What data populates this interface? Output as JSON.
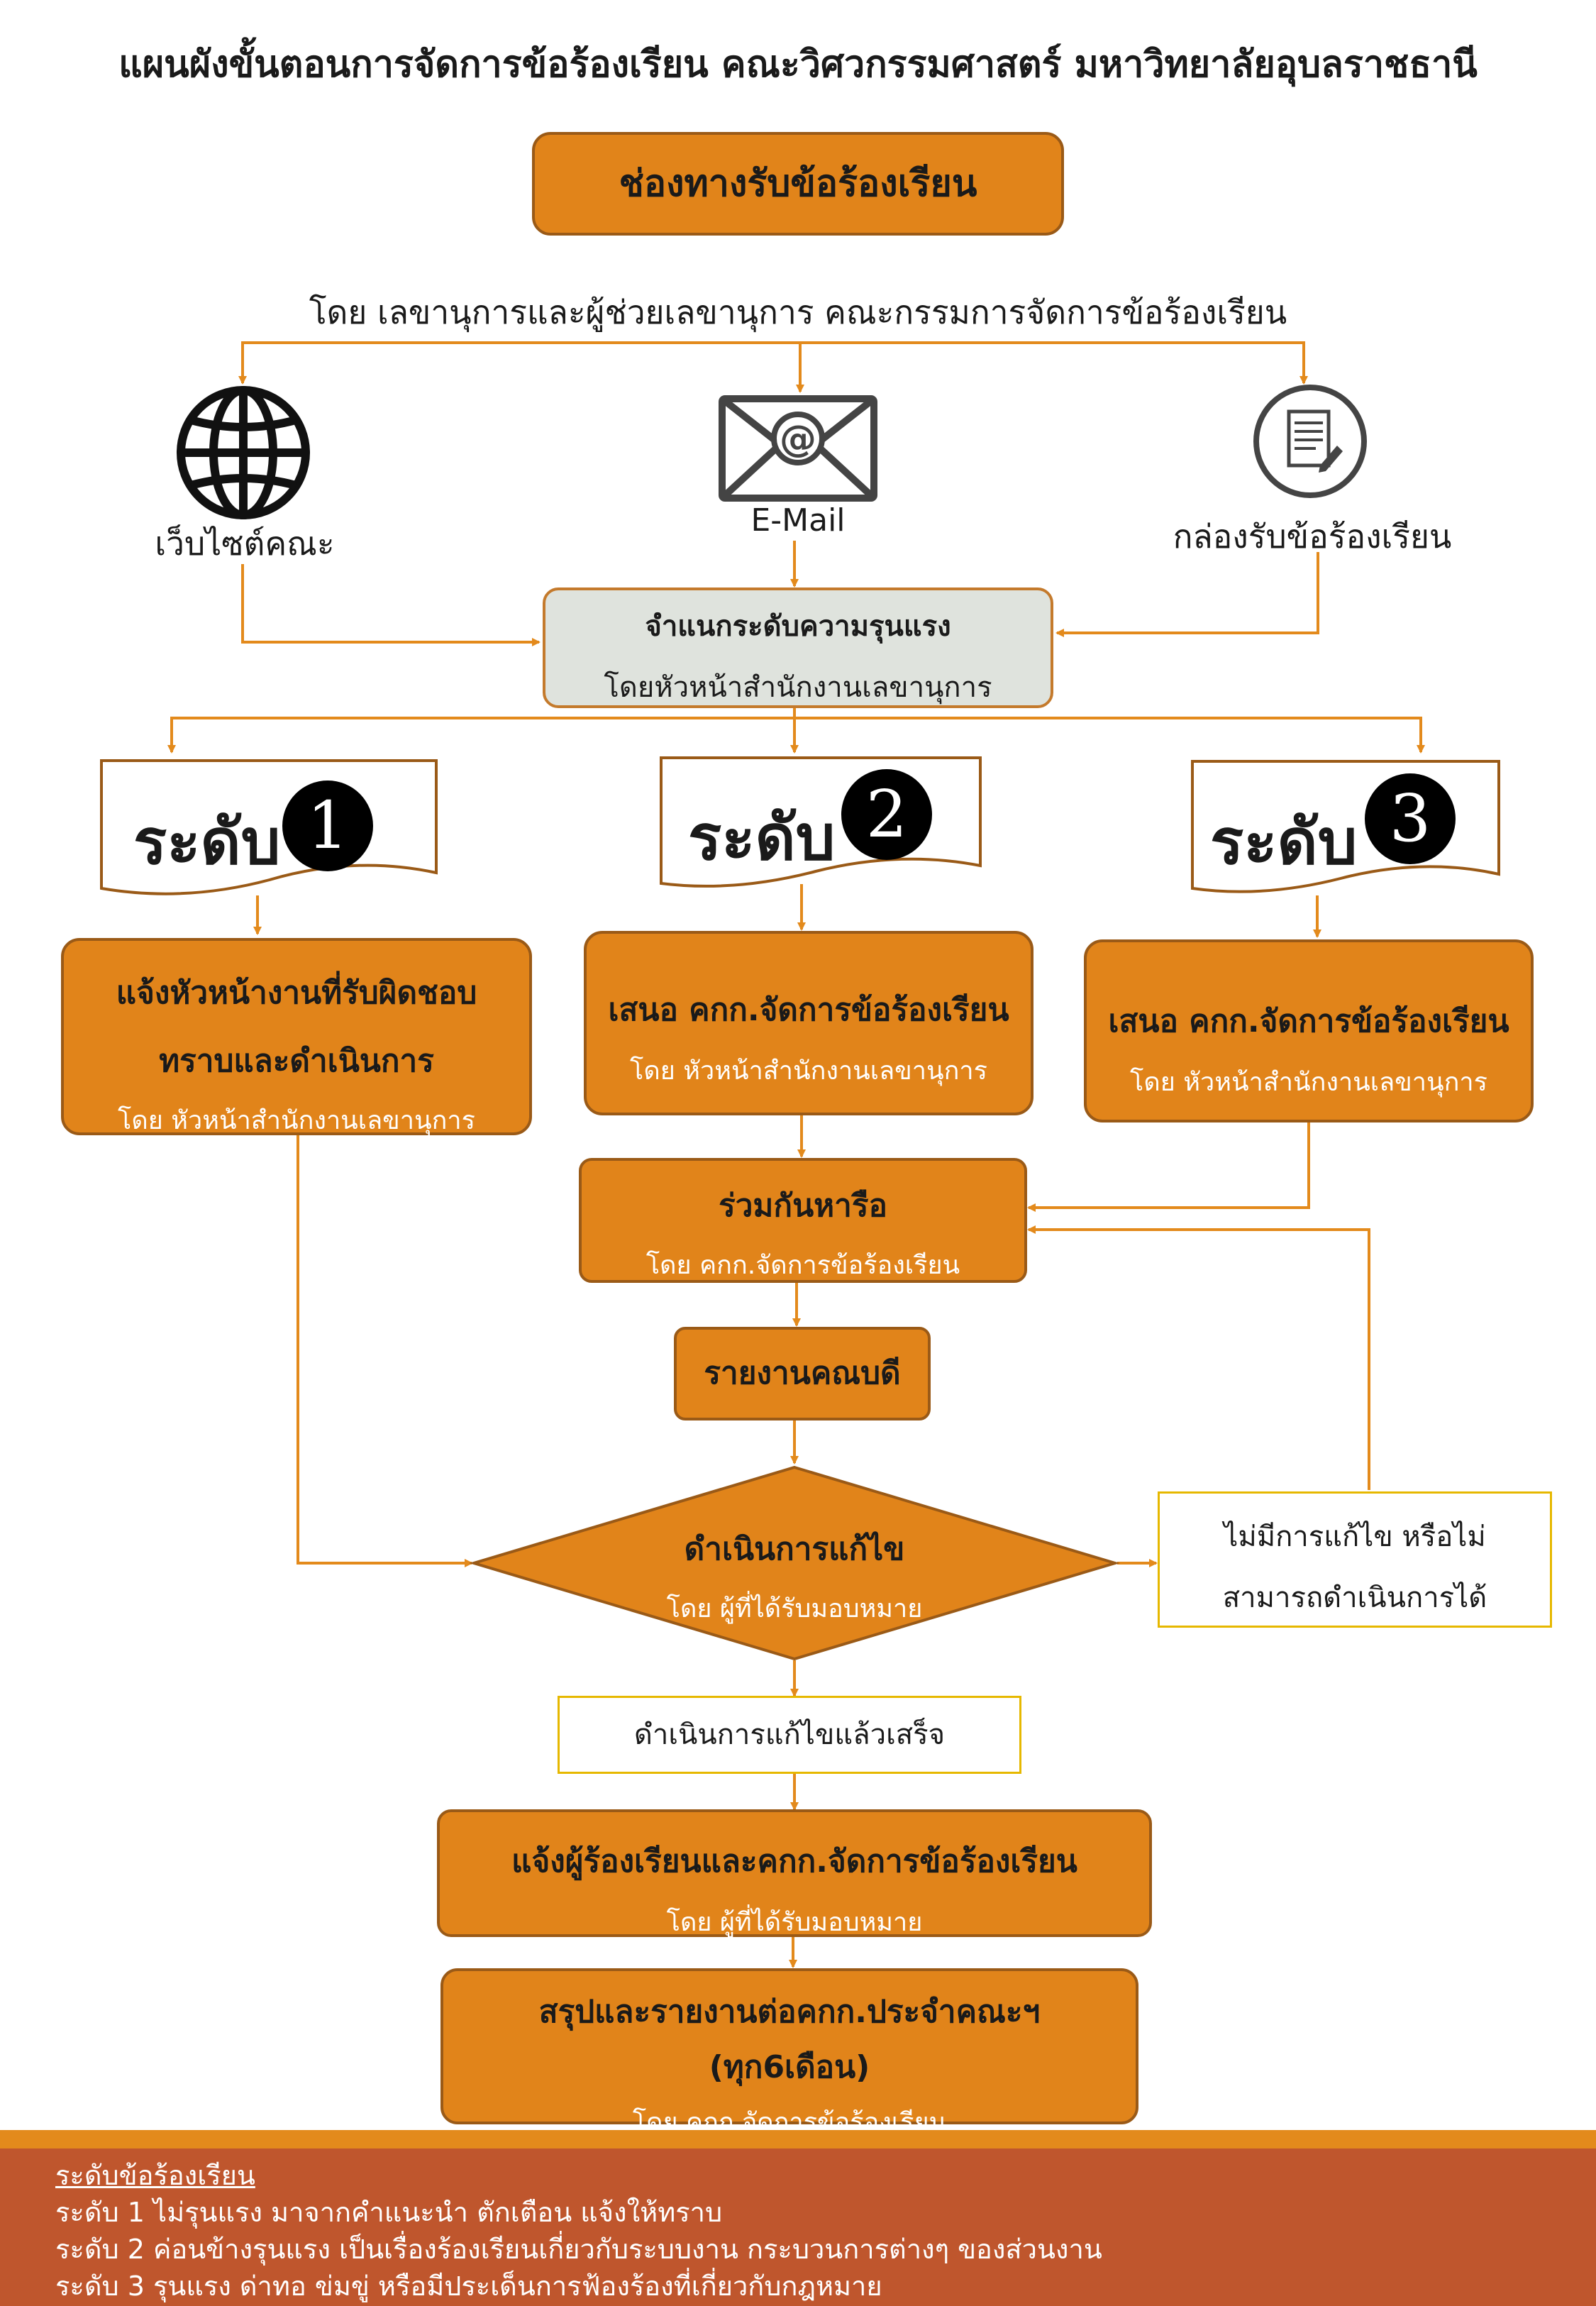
{
  "title": "แผนผังขั้นตอนการจัดการข้อร้องเรียน คณะวิศวกรรมศาสตร์ มหาวิทยาลัยอุบลราชธานี",
  "header_box": "ช่องทางรับข้อร้องเรียน",
  "by_line": "โดย เลขานุการและผู้ช่วยเลขานุการ คณะกรรมการจัดการข้อร้องเรียน",
  "channels": {
    "website": "เว็บไซต์คณะ",
    "email": "E-Mail",
    "box": "กล่องรับข้อร้องเรียน"
  },
  "classify": {
    "line1": "จำแนกระดับความรุนแรง",
    "line2": "โดยหัวหน้าสำนักงานเลขานุการ"
  },
  "levels": {
    "label": "ระดับ",
    "n1": "1",
    "n2": "2",
    "n3": "3"
  },
  "action1": {
    "line1": "แจ้งหัวหน้างานที่รับผิดชอบ",
    "line2": "ทราบและดำเนินการ",
    "sub": "โดย หัวหน้าสำนักงานเลขานุการ"
  },
  "action2": {
    "main": "เสนอ คกก.จัดการข้อร้องเรียน",
    "sub": "โดย หัวหน้าสำนักงานเลขานุการ"
  },
  "action3": {
    "main": "เสนอ คกก.จัดการข้อร้องเรียน",
    "sub": "โดย หัวหน้าสำนักงานเลขานุการ"
  },
  "joint": {
    "main": "ร่วมกันหารือ",
    "sub": "โดย คกก.จัดการข้อร้องเรียน"
  },
  "report_dean": "รายงานคณบดี",
  "decision": {
    "main": "ดำเนินการแก้ไข",
    "sub": "โดย ผู้ที่ได้รับมอบหมาย"
  },
  "not_fixed": {
    "line1": "ไม่มีการแก้ไข หรือไม่",
    "line2": "สามารถดำเนินการได้"
  },
  "done": "ดำเนินการแก้ไขแล้วเสร็จ",
  "notify": {
    "main": "แจ้งผู้ร้องเรียนและคกก.จัดการข้อร้องเรียน",
    "sub": "โดย ผู้ที่ได้รับมอบหมาย"
  },
  "summary": {
    "line1": "สรุปและรายงานต่อคกก.ประจำคณะฯ",
    "line2": "(ทุก6เดือน)",
    "sub": "โดย คกก.จัดการข้อร้องเรียน"
  },
  "footer": {
    "heading": "ระดับข้อร้องเรียน",
    "l1": "ระดับ 1 ไม่รุนแรง มาจากคำแนะนำ ตักเตือน แจ้งให้ทราบ",
    "l2": "ระดับ 2 ค่อนข้างรุนแรง เป็นเรื่องร้องเรียนเกี่ยวกับระบบงาน กระบวนการต่างๆ ของส่วนงาน",
    "l3": "ระดับ 3 รุนแรง ด่าทอ ข่มขู่ หรือมีประเด็นการฟ้องร้องที่เกี่ยวกับกฎหมาย"
  },
  "colors": {
    "orange": "#e1841a",
    "line": "#e38a1c",
    "gray": "#dfe3dd",
    "footer": "#bf562d"
  }
}
